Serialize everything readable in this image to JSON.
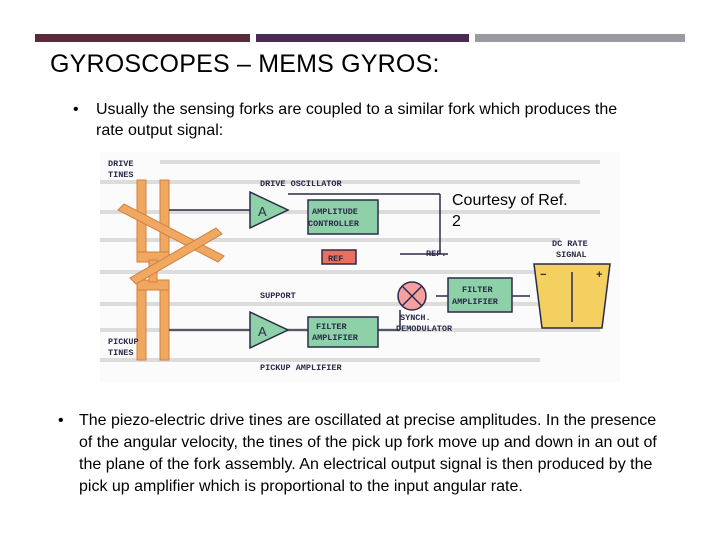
{
  "slide": {
    "title": "GYROSCOPES – MEMS GYROS:",
    "bullet_1": "Usually the sensing forks are coupled to a similar fork which produces the rate output signal:",
    "bullet_2": "The piezo-electric drive tines are oscillated at precise amplitudes. In the presence of the angular velocity, the tines of the pick up fork move up and down in an out of the plane of the fork assembly. An electrical output signal is then produced by the pick up amplifier which is proportional to the input angular rate.",
    "bullet_marker": "•",
    "courtesy": "Courtesy of Ref. 2"
  },
  "figure": {
    "labels": {
      "drive_tines": "DRIVE\nTINES",
      "drive_oscillator": "DRIVE OSCILLATOR",
      "amplitude_controller": "AMPLITUDE\nCONTROLLER",
      "amp_a_top": "A",
      "amp_a_bottom": "A",
      "ref_box": "REF",
      "ref_label": "REF.",
      "support": "SUPPORT",
      "pickup_tines": "PICKUP\nTINES",
      "filter_amplifier_left": "FILTER\nAMPLIFIER",
      "pickup_amplifier": "PICKUP AMPLIFIER",
      "synch_demodulator": "SYNCH.\nDEMODULATOR",
      "filter_amplifier_right": "FILTER\nAMPLIFIER",
      "dc_rate_signal": "DC RATE\nSIGNAL",
      "minus": "−",
      "plus": "+"
    },
    "colors": {
      "tines": "#f0a860",
      "boxes": "#8ed0a8",
      "ref": "#e87060",
      "meter": "#f4d060",
      "lines": "#2a2a4a"
    }
  }
}
